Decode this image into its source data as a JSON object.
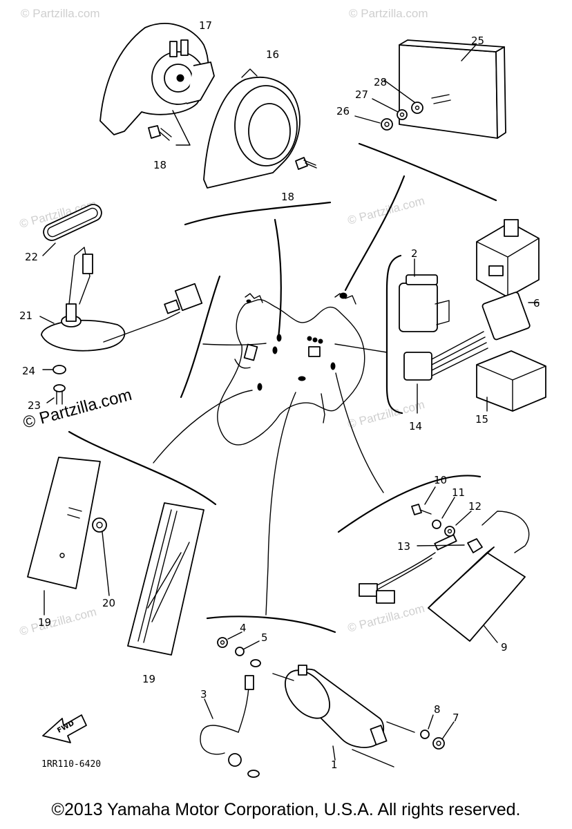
{
  "diagram": {
    "drawing_code": "1RR110-6420",
    "fwd_label": "FWD",
    "watermark_text": "© Partzilla.com",
    "copyright": "©2013 Yamaha Motor Corporation, U.S.A. All rights reserved.",
    "callouts": {
      "p1": "1",
      "p2": "2",
      "p3": "3",
      "p4": "4",
      "p5": "5",
      "p6": "6",
      "p7": "7",
      "p8": "8",
      "p9": "9",
      "p10": "10",
      "p11": "11",
      "p12": "12",
      "p13": "13",
      "p14": "14",
      "p15": "15",
      "p16": "16",
      "p17": "17",
      "p18a": "18",
      "p18b": "18",
      "p19a": "19",
      "p19b": "19",
      "p20": "20",
      "p21": "21",
      "p22": "22",
      "p23": "23",
      "p24": "24",
      "p25": "25",
      "p26": "26",
      "p27": "27",
      "p28": "28"
    }
  }
}
